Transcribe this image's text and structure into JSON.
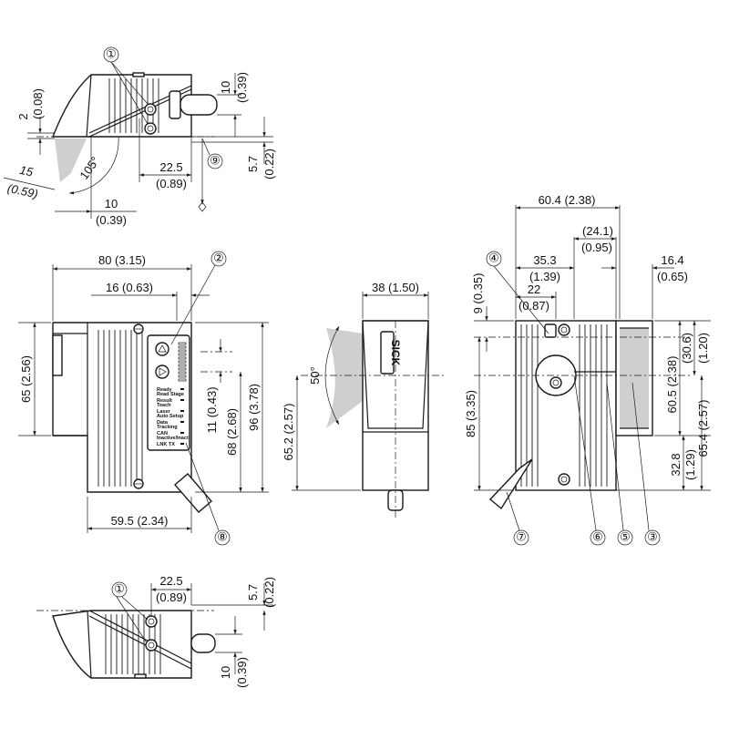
{
  "top_view": {
    "d1_mm": "2",
    "d1_in": "(0.08)",
    "d2_mm": "10",
    "d2_in": "(0.39)",
    "d3_mm": "5.7",
    "d3_in": "(0.22)",
    "d4_mm": "22.5",
    "d4_in": "(0.89)",
    "d5_mm": "10",
    "d5_in": "(0.39)",
    "d6_mm": "15",
    "d6_in": "(0.59)",
    "angle": "105°"
  },
  "front_view": {
    "w80": "80 (3.15)",
    "w16": "16 (0.63)",
    "h65": "65 (2.56)",
    "h11": "11 (0.43)",
    "h68": "68 (2.68)",
    "h96": "96 (3.78)",
    "w59": "59.5 (2.34)",
    "leds": [
      "Ready",
      "Result",
      "Laser",
      "Data",
      "CAN",
      "LNK TX"
    ],
    "led_sub": [
      "Read Stage",
      "Teach",
      "Auto Setup",
      "Tracking",
      "Inactive/Inact"
    ]
  },
  "side_view": {
    "w38": "38 (1.50)",
    "h65_2": "65.2 (2.57)",
    "angle": "50°",
    "brand": "SICK"
  },
  "rear_view": {
    "w60_4": "60.4 (2.38)",
    "w24_1_mm": "(24.1)",
    "w24_1_in": "(0.95)",
    "w35_3_mm": "35.3",
    "w35_3_in": "(1.39)",
    "w16_4_mm": "16.4",
    "w16_4_in": "(0.65)",
    "w22_mm": "22",
    "w22_in": "(0.87)",
    "h9": "9 (0.35)",
    "h85": "85 (3.35)",
    "h30_6_mm": "(30.6)",
    "h30_6_in": "(1.20)",
    "h60_5": "60.5 (2.38)",
    "h65_4": "65.4 (2.57)",
    "h32_8_mm": "32.8",
    "h32_8_in": "(1.29)"
  },
  "bottom_view": {
    "d1_mm": "22.5",
    "d1_in": "(0.89)",
    "d2_mm": "5.7",
    "d2_in": "(0.22)",
    "d3_mm": "10",
    "d3_in": "(0.39)"
  },
  "callouts": [
    "①",
    "②",
    "③",
    "④",
    "⑤",
    "⑥",
    "⑦",
    "⑧",
    "⑨"
  ]
}
